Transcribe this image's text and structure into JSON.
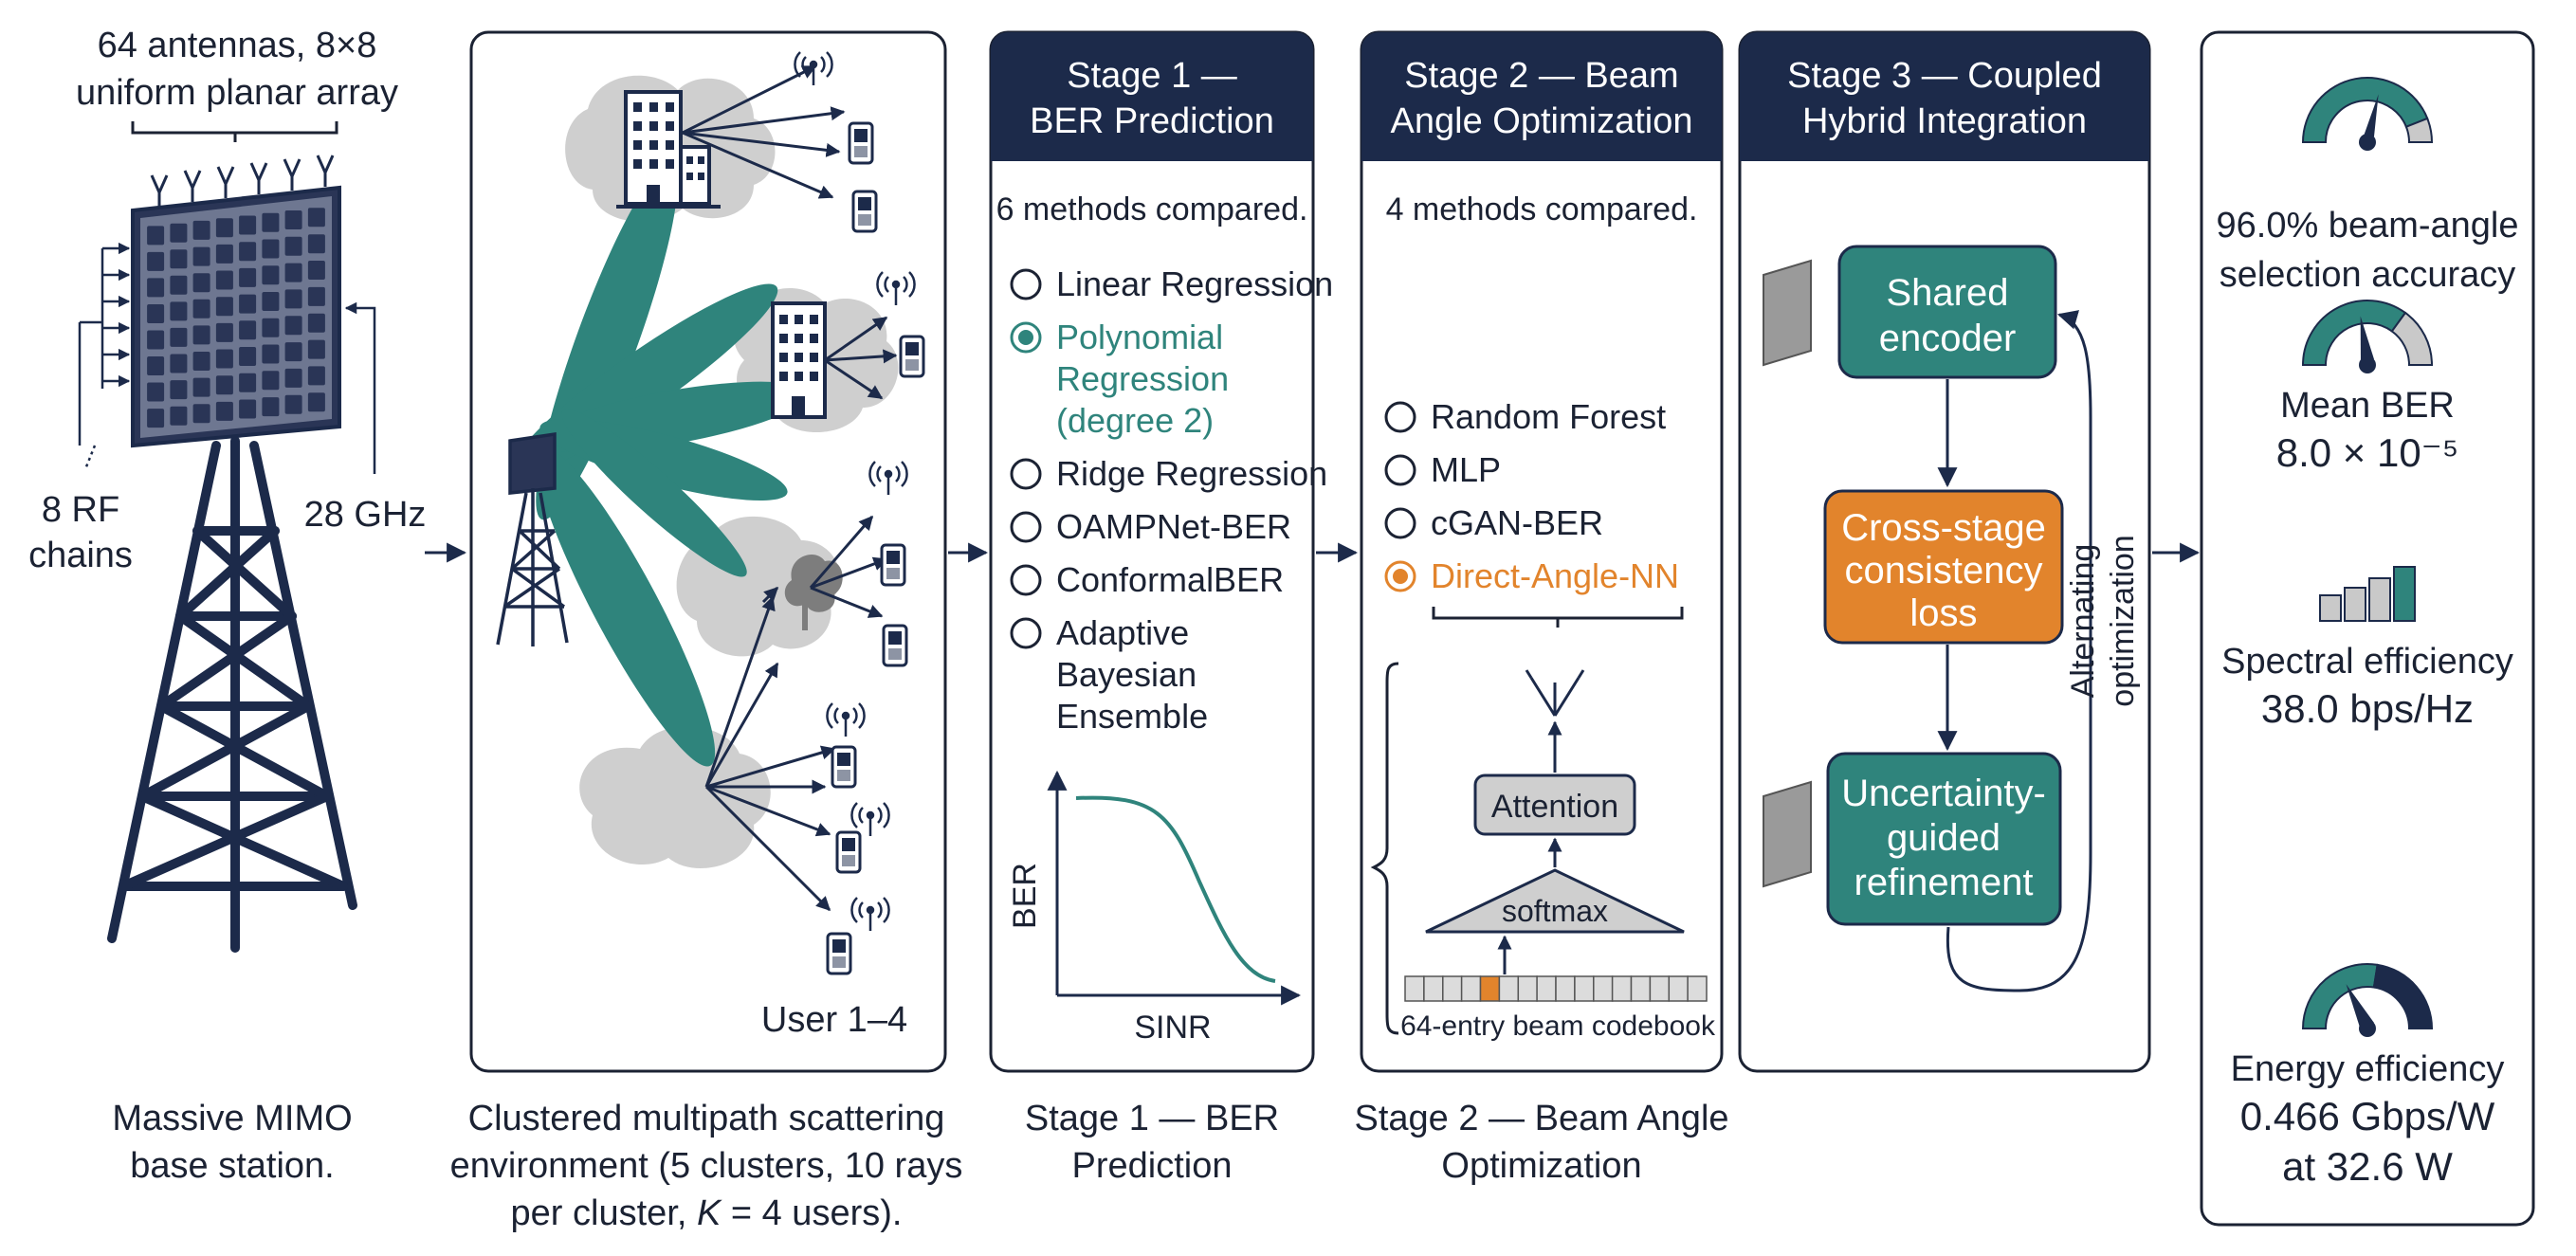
{
  "colors": {
    "navy": "#1c2a4a",
    "teal": "#2f847c",
    "orange": "#e2842c",
    "cloud": "#cfcfcf",
    "gauge_empty": "#c9c9c9"
  },
  "base_station": {
    "array_label_line1": "64 antennas, 8×8",
    "array_label_line2": "uniform planar array",
    "rf_label_line1": "8 RF",
    "rf_label_line2": "chains",
    "freq_label": "28 GHz",
    "caption_line1": "Massive MIMO",
    "caption_line2": "base station."
  },
  "environment": {
    "user_label": "User 1–4",
    "caption_line1": "Clustered multipath scattering",
    "caption_line2": "environment (5 clusters, 10 rays",
    "caption_line3_pre": "per cluster, ",
    "caption_line3_var": "K",
    "caption_line3_post": " = 4 users)."
  },
  "stage1": {
    "header_line1": "Stage 1 —",
    "header_line2": "BER Prediction",
    "intro": "6 methods compared.",
    "methods": [
      {
        "label": "Linear Regression"
      },
      {
        "label": "Polynomial",
        "label2": "Regression",
        "label3": "(degree 2)"
      },
      {
        "label": "Ridge Regression"
      },
      {
        "label": "OAMPNet-BER"
      },
      {
        "label": "ConformalBER"
      },
      {
        "label": "Adaptive",
        "label2": "Bayesian",
        "label3": "Ensemble"
      }
    ],
    "selected_index": 1,
    "plot_ylabel": "BER",
    "plot_xlabel": "SINR",
    "caption_line1": "Stage 1 — BER",
    "caption_line2": "Prediction"
  },
  "stage2": {
    "header_line1": "Stage 2 — Beam",
    "header_line2": "Angle Optimization",
    "intro": "4 methods compared.",
    "methods": [
      {
        "label": "Random Forest"
      },
      {
        "label": "MLP"
      },
      {
        "label": "cGAN-BER"
      },
      {
        "label": "Direct-Angle-NN"
      }
    ],
    "selected_index": 3,
    "attention_label": "Attention",
    "softmax_label": "softmax",
    "codebook_label": "64-entry beam codebook",
    "caption_line1": "Stage 2 — Beam Angle",
    "caption_line2": "Optimization"
  },
  "stage3": {
    "header_line1": "Stage 3 — Coupled",
    "header_line2": "Hybrid Integration",
    "box1_line1": "Shared",
    "box1_line2": "encoder",
    "box2_line1": "Cross-stage",
    "box2_line2": "consistency",
    "box2_line3": "loss",
    "box3_line1": "Uncertainty-",
    "box3_line2": "guided",
    "box3_line3": "refinement",
    "loop_line1": "Alternating",
    "loop_line2": "optimization"
  },
  "metrics": [
    {
      "icon": "gauge-icon",
      "level": 0.88,
      "line1": "96.0% beam-angle",
      "line2": "selection accuracy"
    },
    {
      "icon": "gauge-icon",
      "level": 0.7,
      "line1": "Mean BER",
      "line2": "8.0 × 10⁻⁵"
    },
    {
      "icon": "bar-chart-icon",
      "line1": "Spectral efficiency",
      "line2": "38.0 bps/Hz"
    },
    {
      "icon": "gauge-icon",
      "level": 0.55,
      "line1": "Energy efficiency",
      "line2": "0.466 Gbps/W",
      "line3": "at 32.6 W"
    }
  ]
}
